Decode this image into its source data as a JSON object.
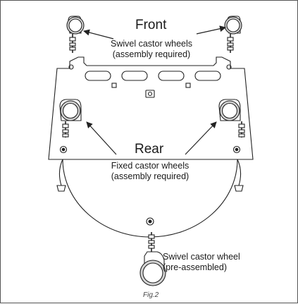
{
  "labels": {
    "front": "Front",
    "rear": "Rear",
    "swivel_line1": "Swivel castor wheels",
    "swivel_line2": "(assembly required)",
    "fixed_line1": "Fixed castor wheels",
    "fixed_line2": "(assembly required)",
    "single_line1": "Swivel castor wheel",
    "single_line2": "(pre-assembled)"
  },
  "caption": "Fig.2"
}
